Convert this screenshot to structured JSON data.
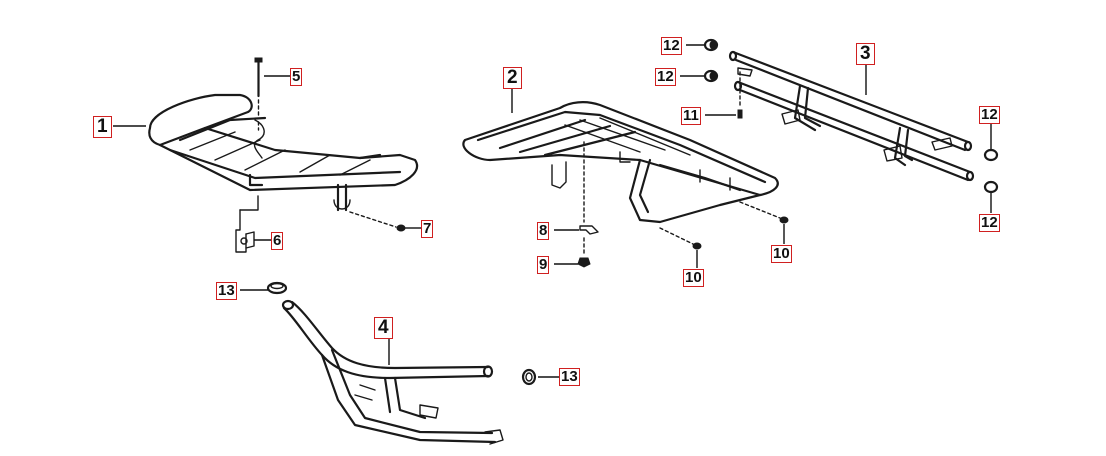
{
  "callouts": [
    {
      "id": "c1",
      "label": "1"
    },
    {
      "id": "c2",
      "label": "2"
    },
    {
      "id": "c3",
      "label": "3"
    },
    {
      "id": "c4",
      "label": "4"
    },
    {
      "id": "c5",
      "label": "5"
    },
    {
      "id": "c6",
      "label": "6"
    },
    {
      "id": "c7",
      "label": "7"
    },
    {
      "id": "c8",
      "label": "8"
    },
    {
      "id": "c9",
      "label": "9"
    },
    {
      "id": "c10a",
      "label": "10"
    },
    {
      "id": "c10b",
      "label": "10"
    },
    {
      "id": "c11",
      "label": "11"
    },
    {
      "id": "c12a",
      "label": "12"
    },
    {
      "id": "c12b",
      "label": "12"
    },
    {
      "id": "c12c",
      "label": "12"
    },
    {
      "id": "c12d",
      "label": "12"
    },
    {
      "id": "c13a",
      "label": "13"
    },
    {
      "id": "c13b",
      "label": "13"
    }
  ],
  "colors": {
    "callout_border": "#d02020",
    "line_art": "#1a1a1a",
    "background": "#ffffff"
  }
}
